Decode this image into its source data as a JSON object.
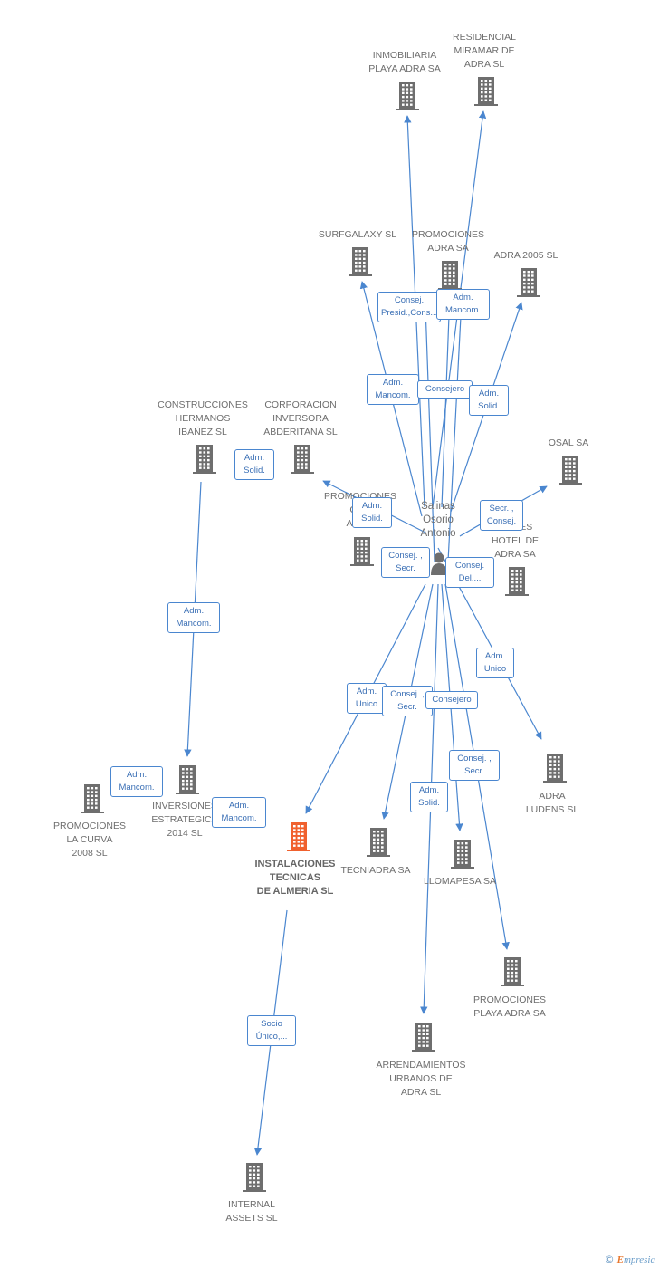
{
  "colors": {
    "edge": "#4a86cf",
    "building": "#6e6e6e",
    "highlight": "#f0612e",
    "text": "#6d6d6d"
  },
  "center": {
    "name": "Salinas\nOsorio\nAntonio",
    "icon": "person-icon"
  },
  "nodes": [
    {
      "id": "inmobiliaria",
      "label": "INMOBILIARIA\nPLAYA ADRA SA"
    },
    {
      "id": "residencial",
      "label": "RESIDENCIAL\nMIRAMAR DE\nADRA SL"
    },
    {
      "id": "surfgalaxy",
      "label": "SURFGALAXY SL"
    },
    {
      "id": "promociones_adra",
      "label": "PROMOCIONES\nADRA SA"
    },
    {
      "id": "adra2005",
      "label": "ADRA 2005 SL"
    },
    {
      "id": "construcciones",
      "label": "CONSTRUCCIONES\nHERMANOS\nIBAÑEZ  SL"
    },
    {
      "id": "corporacion",
      "label": "CORPORACION\nINVERSORA\nABDERITANA SL"
    },
    {
      "id": "osal",
      "label": "OSAL SA"
    },
    {
      "id": "promociones_ce",
      "label": "PROMOCIONES\nCE...\nADR..."
    },
    {
      "id": "hotel",
      "label": "...ONES\nHOTEL DE\nADRA SA"
    },
    {
      "id": "inversiones",
      "label": "INVERSIONES\nESTRATEGICA\n2014  SL"
    },
    {
      "id": "promociones_curva",
      "label": "PROMOCIONES\nLA CURVA\n2008 SL"
    },
    {
      "id": "instalaciones",
      "label": "INSTALACIONES\nTECNICAS\nDE ALMERIA SL",
      "main": true
    },
    {
      "id": "tecniadra",
      "label": "TECNIADRA SA"
    },
    {
      "id": "llomapesa",
      "label": "LLOMAPESA SA"
    },
    {
      "id": "adra_ludens",
      "label": "ADRA\nLUDENS SL"
    },
    {
      "id": "promociones_playa",
      "label": "PROMOCIONES\nPLAYA ADRA SA"
    },
    {
      "id": "arrendamientos",
      "label": "ARRENDAMIENTOS\nURBANOS DE\nADRA SL"
    },
    {
      "id": "internal",
      "label": "INTERNAL\nASSETS  SL"
    }
  ],
  "edge_labels": [
    {
      "id": "el1",
      "text": "Consej.\nPresid.,Cons..."
    },
    {
      "id": "el2",
      "text": "Adm.\nMancom."
    },
    {
      "id": "el3",
      "text": "Adm.\nMancom."
    },
    {
      "id": "el4",
      "text": "Consejero"
    },
    {
      "id": "el5",
      "text": "Adm.\nSolid."
    },
    {
      "id": "el6",
      "text": "Adm.\nSolid."
    },
    {
      "id": "el7",
      "text": "Adm.\nSolid."
    },
    {
      "id": "el8",
      "text": "Secr. ,\nConsej."
    },
    {
      "id": "el9",
      "text": "Consej. ,\nSecr."
    },
    {
      "id": "el10",
      "text": "Consej.\nDel...."
    },
    {
      "id": "el11",
      "text": "Adm.\nMancom."
    },
    {
      "id": "el12",
      "text": "Adm.\nUnico"
    },
    {
      "id": "el13",
      "text": "Adm.\nUnico"
    },
    {
      "id": "el14",
      "text": "Consej. ,\nSecr."
    },
    {
      "id": "el15",
      "text": "Consejero"
    },
    {
      "id": "el16",
      "text": "Adm.\nMancom."
    },
    {
      "id": "el17",
      "text": "Adm.\nMancom."
    },
    {
      "id": "el18",
      "text": "Adm.\nSolid."
    },
    {
      "id": "el19",
      "text": "Consej. ,\nSecr."
    },
    {
      "id": "el20",
      "text": "Socio\nÚnico,..."
    }
  ],
  "footer": {
    "copyright": "©",
    "brand_initial": "E",
    "brand_rest": "mpresia"
  }
}
